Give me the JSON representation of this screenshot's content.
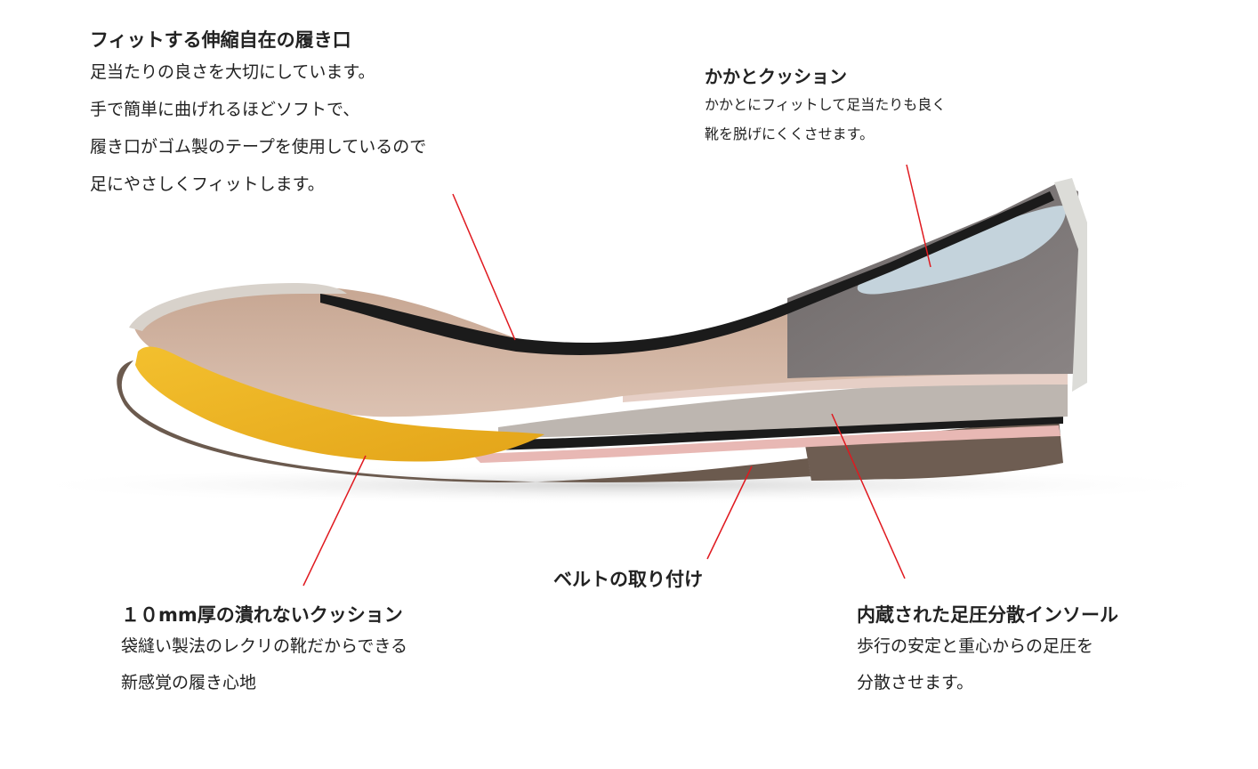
{
  "callouts": {
    "opening": {
      "title": "フィットする伸縮自在の履き口",
      "lines": [
        "足当たりの良さを大切にしています。",
        "手で簡単に曲げれるほどソフトで、",
        "履き口がゴム製のテープを使用しているので",
        "足にやさしくフィットします。"
      ]
    },
    "heel": {
      "title": "かかとクッション",
      "lines": [
        "かかとにフィットして足当たりも良く",
        "靴を脱げにくくさせます。"
      ]
    },
    "cushion": {
      "title": "１０mm厚の潰れないクッション",
      "lines": [
        "袋縫い製法のレクリの靴だからできる",
        "新感覚の履き心地"
      ]
    },
    "belt": {
      "title": "ベルトの取り付け"
    },
    "insole": {
      "title": "内蔵された足圧分散インソール",
      "lines": [
        "歩行の安定と重心からの足圧を",
        "分散させます。"
      ]
    }
  },
  "colors": {
    "leader_line": "#e0191f",
    "cushion_yellow": "#f0b321",
    "sole_brown": "#6b5a4e",
    "lining_beige": "#c9a892",
    "heel_gray": "#7a7474",
    "elastic_black": "#1b1b1b",
    "insole_pink": "#e8b8b4"
  }
}
